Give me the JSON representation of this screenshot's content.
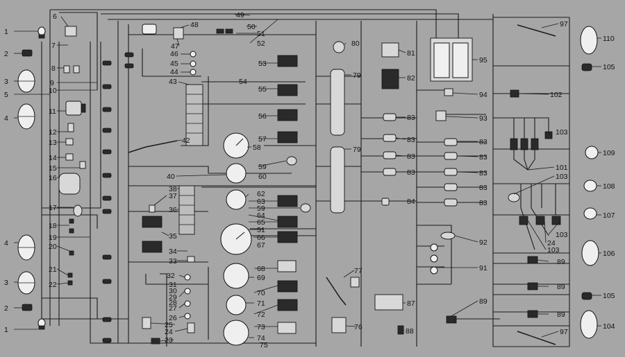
{
  "labels": {
    "n1": "1",
    "n2": "2",
    "n3": "3",
    "n4": "4",
    "n5": "5",
    "n6": "6",
    "n7": "7",
    "n8": "8",
    "n9": "9",
    "n10": "10",
    "n11": "11",
    "n12": "12",
    "n13": "13",
    "n14": "14",
    "n15": "15",
    "n16": "16",
    "n17": "17",
    "n18": "18",
    "n19": "19",
    "n20": "20",
    "n21": "21",
    "n22": "22",
    "n23": "23",
    "n24": "24",
    "n25": "25",
    "n26": "26",
    "n27": "27",
    "n28": "28",
    "n29": "29",
    "n30": "30",
    "n31": "31",
    "n32": "32",
    "n33": "33",
    "n34": "34",
    "n35": "35",
    "n36": "36",
    "n37": "37",
    "n38": "38",
    "n40": "40",
    "n42": "42",
    "n43": "43",
    "n44": "44",
    "n45": "45",
    "n46": "46",
    "n47": "47",
    "n48": "48",
    "n49": "49",
    "n50": "50",
    "n51": "51",
    "n52": "52",
    "n53": "53",
    "n54": "54",
    "n55": "55",
    "n56": "56",
    "n57": "57",
    "n58": "58",
    "n59": "59",
    "n60": "60",
    "n62": "62",
    "n63": "63",
    "n64": "64",
    "n65": "65",
    "n66": "66",
    "n67": "67",
    "n68": "68",
    "n69": "69",
    "n70": "70",
    "n71": "71",
    "n72": "72",
    "n73": "73",
    "n74": "74",
    "n75": "75",
    "n76": "76",
    "n77": "77",
    "n79": "79",
    "n80": "80",
    "n81": "81",
    "n82": "82",
    "n83": "83",
    "n84": "84",
    "n87": "87",
    "n88": "88",
    "n89": "89",
    "n91": "91",
    "n92": "92",
    "n93": "93",
    "n94": "94",
    "n95": "95",
    "n97": "97",
    "n101": "101",
    "n102": "102",
    "n103": "103",
    "n104": "104",
    "n105": "105",
    "n106": "106",
    "n107": "107",
    "n108": "108",
    "n109": "109",
    "n110": "110"
  }
}
